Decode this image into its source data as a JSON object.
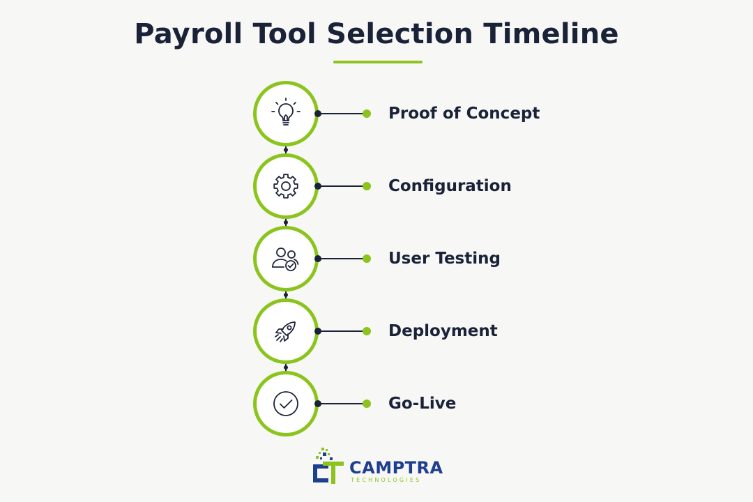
{
  "title": "Payroll Tool Selection Timeline",
  "colors": {
    "navy": "#1a2238",
    "accent_green": "#8bc41c",
    "brand_blue": "#1e3e8e",
    "background": "#f7f7f6"
  },
  "steps": [
    {
      "label": "Proof of Concept",
      "icon": "lightbulb-icon"
    },
    {
      "label": "Configuration",
      "icon": "gear-icon"
    },
    {
      "label": "User Testing",
      "icon": "users-check-icon"
    },
    {
      "label": "Deployment",
      "icon": "rocket-icon"
    },
    {
      "label": "Go-Live",
      "icon": "check-circle-icon"
    }
  ],
  "logo": {
    "name": "CAMPTRA",
    "tagline": "TECHNOLOGIES"
  }
}
